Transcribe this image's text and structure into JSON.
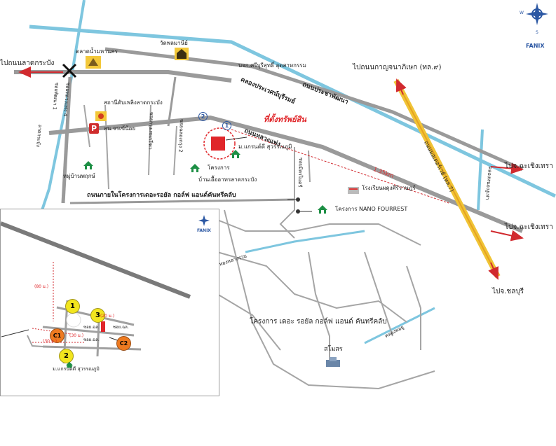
{
  "brand": {
    "logo_text": "FANIX",
    "compass": {
      "west": "W",
      "south": "S"
    }
  },
  "roads": {
    "to_lat_krabang": "ไปถนนลาดกระบัง",
    "to_kanchanaphisek": "ไปถนนกาญจนาภิเษก (ทล.๙)",
    "prawet_canal": "คลองประเวศน์บุรีรมย์",
    "highway_label": "ถนนมอเตอร์เวย์ (ทล.7)",
    "to_chachoengsao_1": "ไปจ.ฉะเชิงเทรา",
    "to_chachoengsao_2": "ไปจ.ฉะเชิงเทรา",
    "to_chonburi": "ไปจ.ชลบุรี",
    "internal_road": "ถนนภายในโครงการเดอะรอยัล กอล์ฟ แอนด์คันทรีคลับ",
    "distance": "1.35km",
    "prachaphatthana_road": "ถนนประชาพัฒนา",
    "luang_phaeng": "ถนนหลวงแพ่ง",
    "soi_phatthana_1": "ซอยพัฒนา 1",
    "soi_luang_phaeng_4": "ซอยหลวงแพ่ง 4",
    "lat_krabang_vertical": "ลาดกระบัง",
    "soi_krungthep": "ซอยกรุงเทพกรีฑา",
    "soi_chalong_krung": "ซอยฉลองกรุง 2",
    "soi_right": "ซอยมิตรไมตรี",
    "canal_mid": "ทองหลางรวม",
    "klong_right": "คลองหนองงูเห่า",
    "klong_bottom": "คลองพอยู"
  },
  "places": {
    "market": "ตลาดน้ำมหานคร",
    "temple": "วัดพลมานีย์",
    "company": "บจก.ศรีบุรีสุทธิ์ อุตสาหกรรม",
    "fire_station": "สถานีดับเพลิงลาดกระบัง",
    "police": "สน.จรเข้น้อย",
    "property": "ที่ตั้งทรัพย์สิน",
    "grandity": "ม.แกรนด์ดี สุวรรณภูมิ",
    "project": "โครงการ",
    "ua_lat_krabang": "บ้านเอื้ออาทรลาดกระบัง",
    "mu_ban_phruek": "หมู่บ้านพฤกษ์",
    "school": "โรงเรียนผดุงศิริราษฎร์",
    "nano": "โครงการ NANO FOURREST",
    "golf_club": "โครงการ เดอะ รอยัล กอล์ฟ แอนด์ คันทรีคลับ",
    "samosorn": "สโมสร"
  },
  "markers": {
    "p": "P",
    "pin1": "1",
    "pin2": "2"
  },
  "inset": {
    "logo_text": "FANIX",
    "pins": [
      {
        "label": "1",
        "kind": "yellow"
      },
      {
        "label": "2",
        "kind": "yellow"
      },
      {
        "label": "3",
        "kind": "yellow"
      },
      {
        "label": "C1",
        "kind": "orange"
      },
      {
        "label": "C2",
        "kind": "orange"
      }
    ],
    "grandity": "ม.แกรนด์ดี สุวรรณภูมิ",
    "dist_labels": [
      "(80 ม.)",
      "(30 ม.)",
      "(30 ม.)",
      "(20 ม.)"
    ],
    "small_labels": [
      "ซอย.ฉล.",
      "ซอย.ฉล.",
      "ซอย.ฉล."
    ]
  },
  "colors": {
    "canal": "#7ec6df",
    "road": "#9a9a9a",
    "highway": "#f0c436",
    "arrow": "#d12a2f"
  }
}
